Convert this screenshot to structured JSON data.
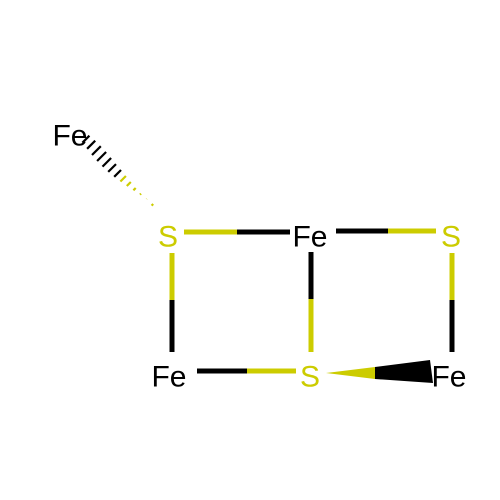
{
  "colors": {
    "iron": "#000000",
    "sulfur": "#CCCC00",
    "background": "#FFFFFF"
  },
  "atoms": [
    {
      "id": "fe-top-left",
      "symbol": "Fe"
    },
    {
      "id": "s-left",
      "symbol": "S"
    },
    {
      "id": "fe-center",
      "symbol": "Fe"
    },
    {
      "id": "s-right",
      "symbol": "S"
    },
    {
      "id": "fe-bottom-left",
      "symbol": "Fe"
    },
    {
      "id": "s-bottom",
      "symbol": "S"
    },
    {
      "id": "fe-bottom-right",
      "symbol": "Fe"
    }
  ],
  "bonds": [
    {
      "from": "fe-top-left",
      "to": "s-left",
      "style": "hashed-wedge"
    },
    {
      "from": "s-left",
      "to": "fe-center",
      "style": "single"
    },
    {
      "from": "fe-center",
      "to": "s-right",
      "style": "single"
    },
    {
      "from": "s-left",
      "to": "fe-bottom-left",
      "style": "single"
    },
    {
      "from": "fe-center",
      "to": "s-bottom",
      "style": "single"
    },
    {
      "from": "s-right",
      "to": "fe-bottom-right",
      "style": "single"
    },
    {
      "from": "fe-bottom-left",
      "to": "s-bottom",
      "style": "single"
    },
    {
      "from": "s-bottom",
      "to": "fe-bottom-right",
      "style": "solid-wedge"
    }
  ]
}
